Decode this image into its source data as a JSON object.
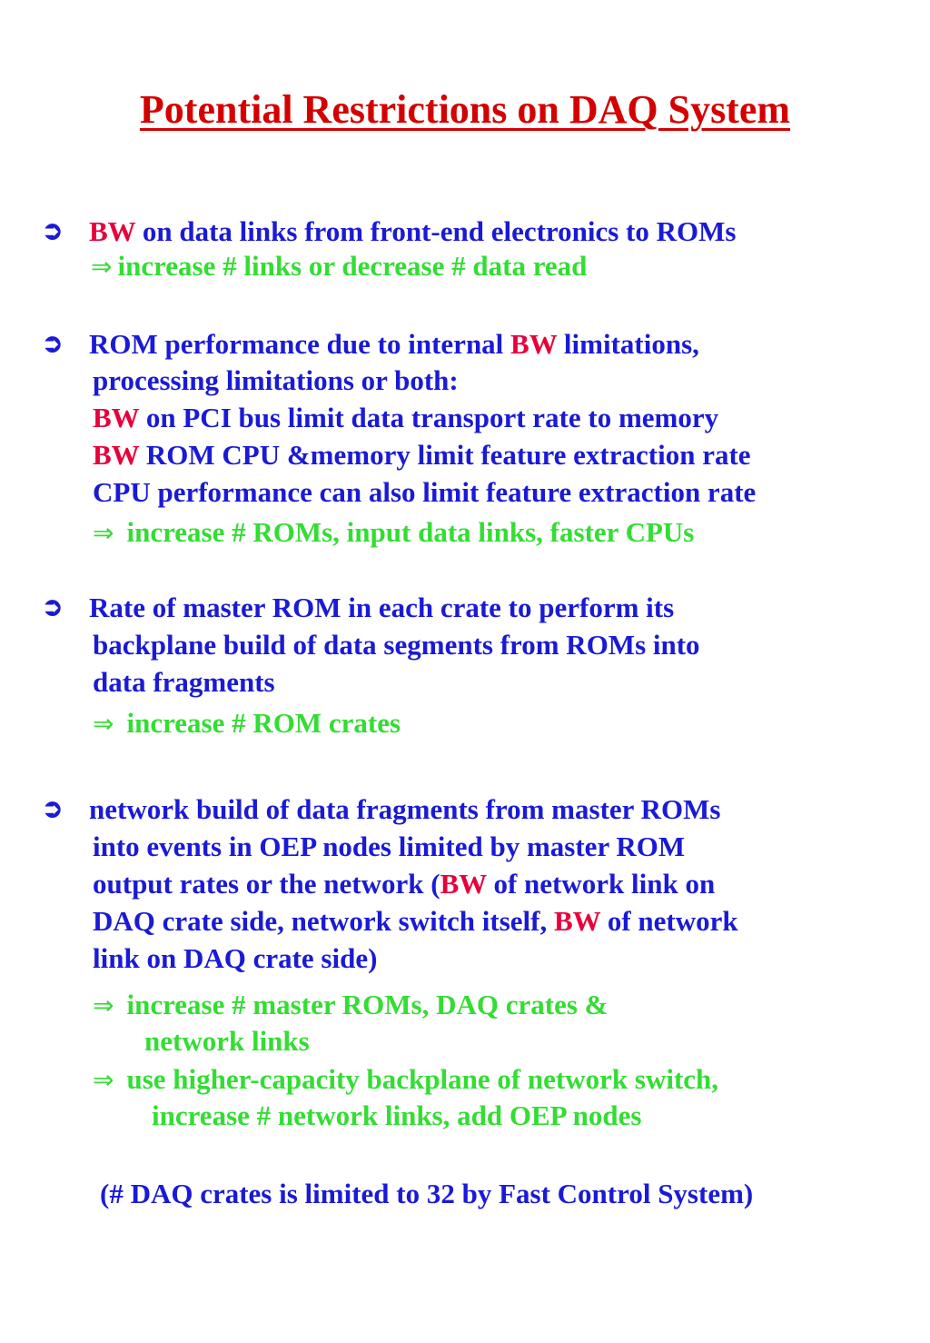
{
  "title": "Potential Restrictions on DAQ System",
  "bullet_symbol": "➲",
  "arrow_symbol": "⇒",
  "sections": [
    {
      "lines": [
        {
          "hl": "BW",
          "text": " on data links from front-end electronics to ROMs"
        },
        {
          "action": "increase # links or decrease # data read"
        }
      ]
    },
    {
      "lines": [
        {
          "pre": "ROM performance due to internal ",
          "hl": "BW",
          "text": " limitations,"
        },
        {
          "text": "processing limitations  or both:"
        },
        {
          "hl": "BW",
          "text": " on PCI bus limit data transport rate to memory"
        },
        {
          "hl": "BW",
          "text": " ROM CPU &memory limit feature extraction rate"
        },
        {
          "text": "CPU performance can also limit feature extraction rate"
        },
        {
          "action": "increase # ROMs, input data links, faster CPUs"
        }
      ]
    },
    {
      "lines": [
        {
          "text": "Rate of master ROM in each crate to perform its"
        },
        {
          "text": "backplane build of data segments from ROMs into"
        },
        {
          "text": "data fragments"
        },
        {
          "action": "increase # ROM crates"
        }
      ]
    },
    {
      "lines": [
        {
          "text": "network build of data fragments from master ROMs"
        },
        {
          "text": "into events in OEP nodes limited by master ROM"
        },
        {
          "pre": "output rates  or the network  (",
          "hl": "BW",
          "text": " of network link on"
        },
        {
          "pre": "DAQ crate side,  network switch itself, ",
          "hl": "BW",
          "text": " of network"
        },
        {
          "text": "link on DAQ crate side)"
        },
        {
          "action": "increase # master ROMs, DAQ crates &"
        },
        {
          "action_cont": "network links"
        },
        {
          "action": "use higher-capacity  backplane  of network switch,"
        },
        {
          "action_cont": "increase # network links, add OEP nodes"
        }
      ]
    }
  ],
  "footnote": "(# DAQ crates is limited to 32 by Fast Control System)"
}
